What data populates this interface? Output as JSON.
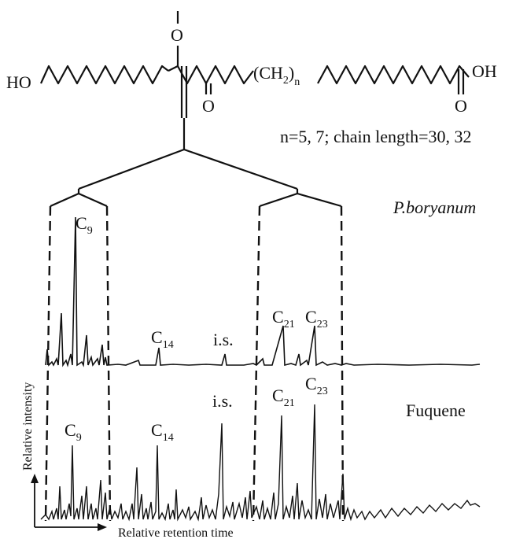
{
  "structure": {
    "ho": "HO",
    "oh": "OH",
    "o_top": "O",
    "o_mid": "O",
    "o_acid": "O",
    "ch2": "(CH",
    "ch2_sub": "2",
    "ch2_close": ")",
    "ch2_n": "n",
    "caption": "n=5, 7; chain length=30, 32"
  },
  "traces": [
    {
      "name": "P.boryanum",
      "peaks": [
        {
          "main": "C",
          "sub": "9"
        },
        {
          "main": "C",
          "sub": "14"
        },
        {
          "main": "i.s.",
          "sub": ""
        },
        {
          "main": "C",
          "sub": "21"
        },
        {
          "main": "C",
          "sub": "23"
        }
      ]
    },
    {
      "name": "Fuquene",
      "peaks": [
        {
          "main": "C",
          "sub": "9"
        },
        {
          "main": "C",
          "sub": "14"
        },
        {
          "main": "i.s.",
          "sub": ""
        },
        {
          "main": "C",
          "sub": "21"
        },
        {
          "main": "C",
          "sub": "23"
        }
      ]
    }
  ],
  "axes": {
    "y_label": "Relative intensity",
    "x_label": "Relative retention time"
  },
  "colors": {
    "ink": "#111111",
    "background": "#ffffff"
  }
}
